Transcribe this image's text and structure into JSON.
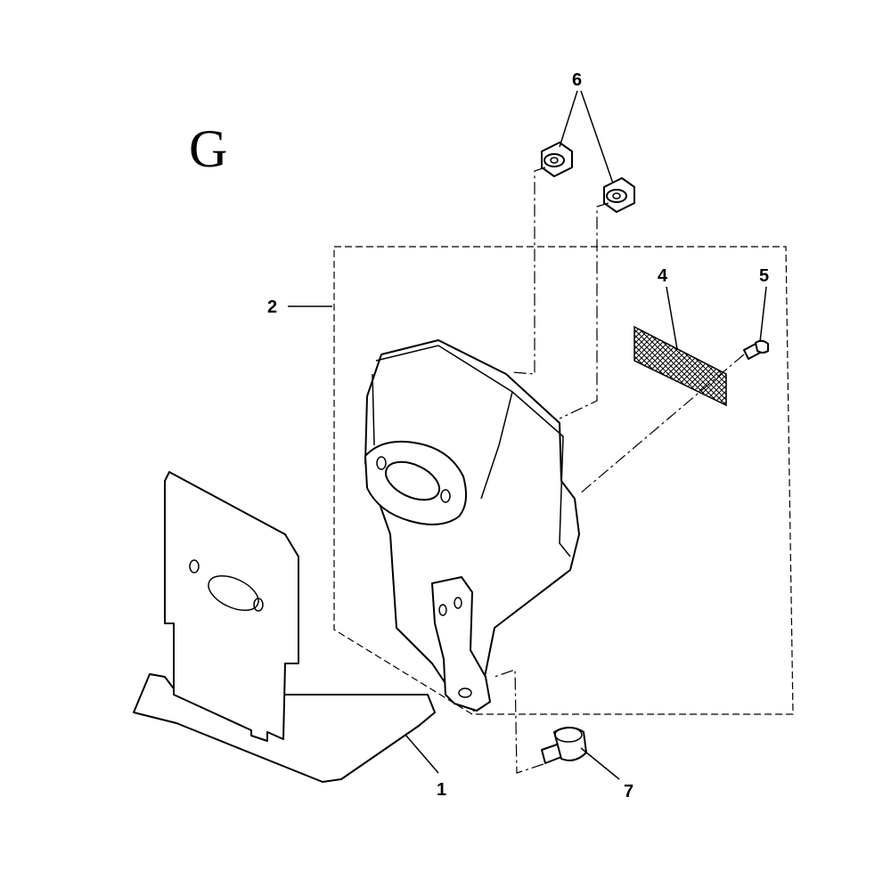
{
  "section_letter": "G",
  "callouts": {
    "gasket": "1",
    "muffler_assembly": "2",
    "screen": "4",
    "screw": "5",
    "nuts": "6",
    "bolt": "7"
  }
}
